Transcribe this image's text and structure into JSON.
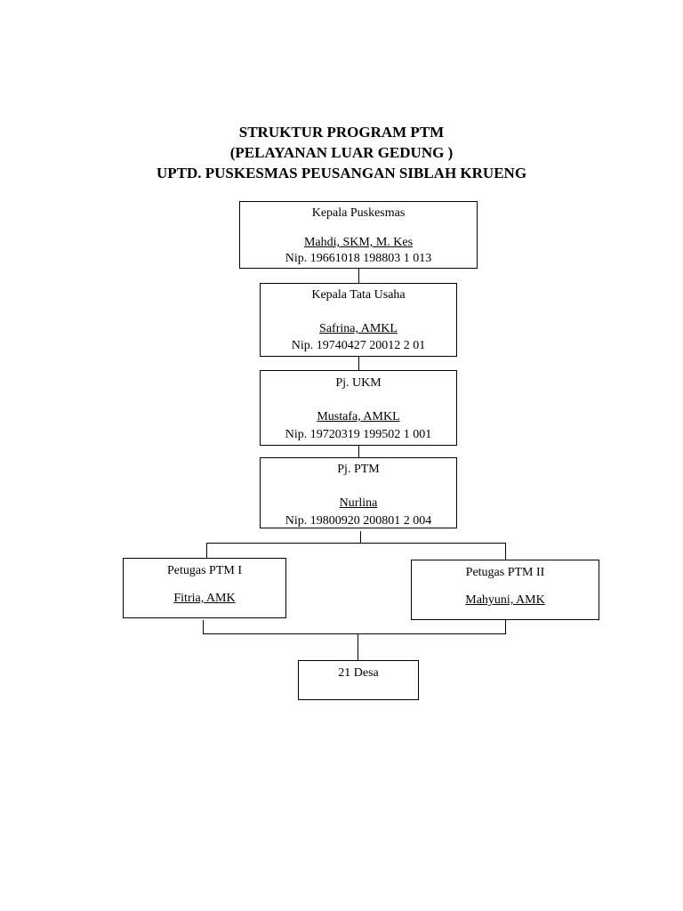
{
  "header": {
    "line1": "STRUKTUR PROGRAM PTM",
    "line2": "(PELAYANAN LUAR GEDUNG )",
    "line3": "UPTD. PUSKESMAS PEUSANGAN SIBLAH KRUENG"
  },
  "nodes": {
    "kepala_puskesmas": {
      "role": "Kepala Puskesmas",
      "name": "Mahdi, SKM, M. Kes",
      "nip": "Nip. 19661018 198803 1 013"
    },
    "kepala_tata_usaha": {
      "role": "Kepala Tata Usaha",
      "name": "Safrina, AMKL",
      "nip": "Nip. 19740427 20012 2 01"
    },
    "pj_ukm": {
      "role": "Pj. UKM",
      "name": "Mustafa, AMKL",
      "nip": "Nip. 19720319 199502 1 001"
    },
    "pj_ptm": {
      "role": "Pj. PTM",
      "name": "Nurlina",
      "nip": "Nip. 19800920 200801 2 004"
    },
    "petugas_ptm_1": {
      "role": "Petugas PTM I",
      "name": "Fitria, AMK"
    },
    "petugas_ptm_2": {
      "role": "Petugas PTM II",
      "name": "Mahyuni, AMK"
    },
    "desa": {
      "label": "21 Desa"
    }
  }
}
